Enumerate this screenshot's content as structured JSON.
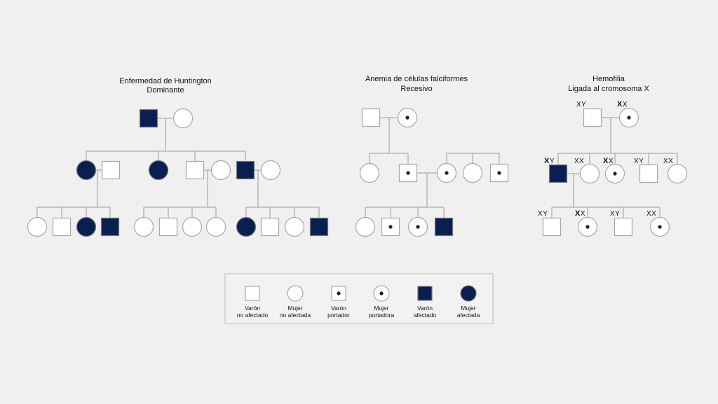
{
  "colors": {
    "background": "#f0f0f0",
    "affected": "#0a1f4f",
    "outline": "#a9a9a9",
    "line": "#9a9a9a",
    "legend_border": "#bdbdbd"
  },
  "pedigrees": [
    {
      "id": "huntington",
      "title_line1": "Enfermedad de Huntington",
      "title_line2": "Dominante"
    },
    {
      "id": "sickle",
      "title_line1": "Anemia de células falciformes",
      "title_line2": "Recesivo"
    },
    {
      "id": "hemophilia",
      "title_line1": "Hemofilia",
      "title_line2": "Ligada al cromosoma X",
      "genotypes": [
        {
          "bold": "",
          "rest": "XY"
        },
        {
          "bold": "X",
          "rest": "X"
        },
        {
          "bold": "X",
          "rest": "Y"
        },
        {
          "bold": "",
          "rest": "XX"
        },
        {
          "bold": "X",
          "rest": "X"
        },
        {
          "bold": "",
          "rest": "XY"
        },
        {
          "bold": "",
          "rest": "XX"
        },
        {
          "bold": "",
          "rest": "XY"
        },
        {
          "bold": "X",
          "rest": "X"
        },
        {
          "bold": "",
          "rest": "XY"
        },
        {
          "bold": "",
          "rest": "XX"
        }
      ]
    }
  ],
  "legend": {
    "items": [
      {
        "type": "male",
        "status": "unaffected",
        "line1": "Varón",
        "line2": "no afectado"
      },
      {
        "type": "female",
        "status": "unaffected",
        "line1": "Mujer",
        "line2": "no afectada"
      },
      {
        "type": "male",
        "status": "carrier",
        "line1": "Varón",
        "line2": "portador"
      },
      {
        "type": "female",
        "status": "carrier",
        "line1": "Mujer",
        "line2": "portadora"
      },
      {
        "type": "male",
        "status": "affected",
        "line1": "Varón",
        "line2": "afectado"
      },
      {
        "type": "female",
        "status": "affected",
        "line1": "Mujer",
        "line2": "afectada"
      }
    ]
  }
}
